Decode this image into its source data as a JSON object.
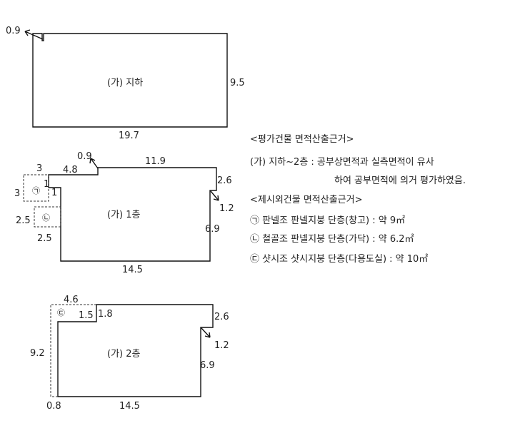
{
  "basement": {
    "label": "(가) 지하",
    "dims": {
      "top_notch": "0.9",
      "right": "9.5",
      "bottom": "19.7"
    }
  },
  "floor1": {
    "label": "(가) 1층",
    "dims": {
      "top_left": "4.8",
      "top_step": "0.9",
      "top_right": "11.9",
      "right_top": "2.6",
      "right_step": "1.2",
      "right_bottom": "6.9",
      "bottom": "14.5",
      "left_notch": "1",
      "ext_a_top": "3",
      "ext_a_left": "3",
      "ext_a_right": "1",
      "ext_b_left": "2.5",
      "ext_b_bottom": "2.5"
    },
    "marks": {
      "a": "㉠",
      "b": "㉡"
    }
  },
  "floor2": {
    "label": "(가) 2층",
    "dims": {
      "top_ext": "4.6",
      "top_notch": "1.5",
      "top_step": "1.8",
      "right_top": "2.6",
      "right_step": "1.2",
      "right_bottom": "6.9",
      "bottom": "14.5",
      "left": "9.2",
      "bottom_left": "0.8"
    },
    "marks": {
      "c": "㉢"
    }
  },
  "notes": {
    "heading1": "<평가건물 면적산출근거>",
    "line1": "(가) 지하~2층 : 공부상면적과 실측면적이 유사",
    "line2": "하여 공부면적에 의거 평가하였음.",
    "heading2": "<제시외건물 면적산출근거>",
    "item_a": "㉠ 판넬조 판넬지붕 단층(창고) : 약 9㎡",
    "item_b": "㉡ 철골조 판넬지붕 단층(가닥) : 약 6.2㎡",
    "item_c": "㉢ 샷시조 샷시지붕 단층(다용도실) : 약 10㎡"
  }
}
